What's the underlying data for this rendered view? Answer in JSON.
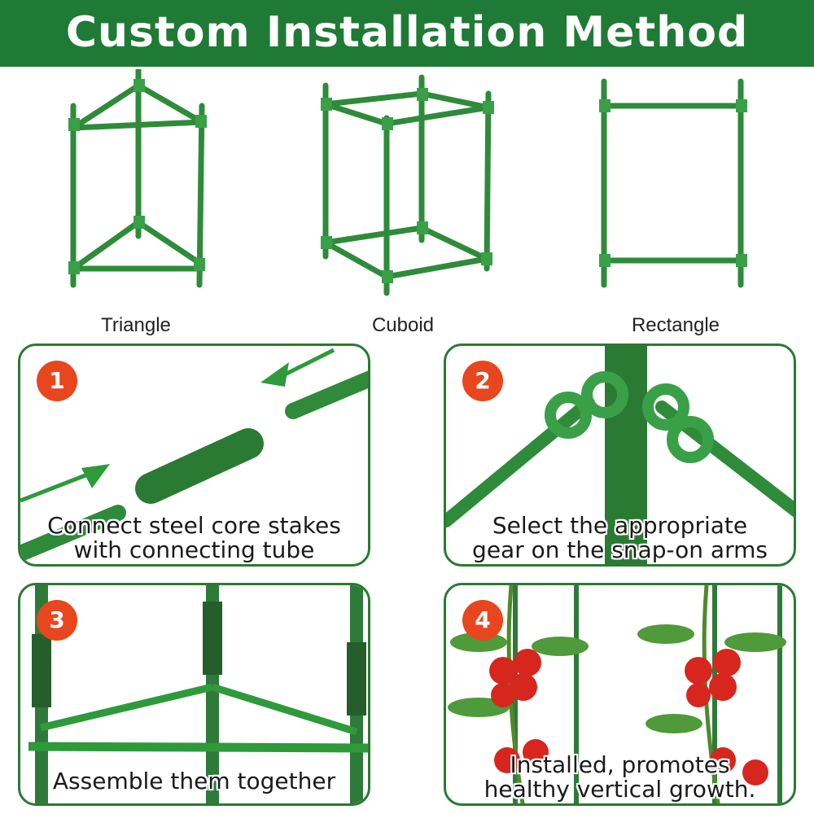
{
  "title": "Custom Installation Method",
  "colors": {
    "banner": "#1f7a35",
    "stake": "#2e8b3a",
    "badge": "#e8461e",
    "border": "#2a7a33",
    "tomato": "#d7261e"
  },
  "shapes": [
    {
      "label": "Triangle",
      "icon": "triangle-frame"
    },
    {
      "label": "Cuboid",
      "icon": "cuboid-frame"
    },
    {
      "label": "Rectangle",
      "icon": "rectangle-frame"
    }
  ],
  "steps": [
    {
      "number": "1",
      "line1": "Connect steel core stakes",
      "line2": "with connecting tube"
    },
    {
      "number": "2",
      "line1": "Select the appropriate",
      "line2": "gear on the snap-on arms"
    },
    {
      "number": "3",
      "line1": "Assemble them together",
      "line2": ""
    },
    {
      "number": "4",
      "line1": "Installed, promotes",
      "line2": "healthy vertical growth."
    }
  ]
}
